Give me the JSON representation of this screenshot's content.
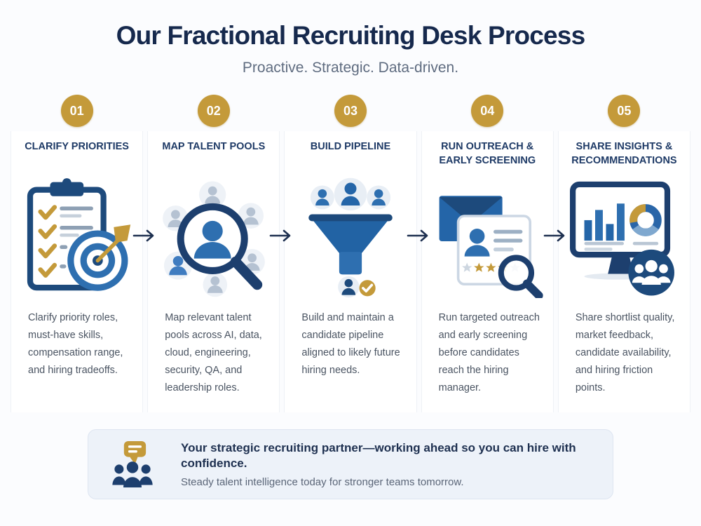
{
  "header": {
    "title": "Our Fractional Recruiting Desk Process",
    "subtitle": "Proactive. Strategic. Data-driven."
  },
  "steps": [
    {
      "number": "01",
      "title": "CLARIFY PRIORITIES",
      "description": "Clarify priority roles, must-have skills, compensation range, and hiring tradeoffs.",
      "icon": "clipboard-checklist-target-icon"
    },
    {
      "number": "02",
      "title": "MAP TALENT POOLS",
      "description": "Map relevant talent pools across AI, data, cloud, engineering, security, QA, and leadership roles.",
      "icon": "magnifier-people-icon"
    },
    {
      "number": "03",
      "title": "BUILD PIPELINE",
      "description": "Build and maintain a candidate pipeline aligned to likely future hiring needs.",
      "icon": "funnel-candidates-icon"
    },
    {
      "number": "04",
      "title": "RUN OUTREACH & EARLY SCREENING",
      "description": "Run targeted outreach and early screening before candidates reach the hiring manager.",
      "icon": "envelope-screening-card-icon"
    },
    {
      "number": "05",
      "title": "SHARE INSIGHTS & RECOMMENDATIONS",
      "description": "Share shortlist quality, market feedback, candidate availability, and hiring friction points.",
      "icon": "dashboard-team-insights-icon"
    }
  ],
  "callout": {
    "headline": "Your strategic recruiting partner—working ahead so you can hire with confidence.",
    "subtext": "Steady talent intelligence today for stronger teams tomorrow.",
    "icon": "team-speech-bubble-icon"
  },
  "colors": {
    "navy_title": "#16294d",
    "navy_heading": "#1e3a66",
    "gold_accent": "#c49a3a",
    "blue_primary": "#2e6fb0",
    "navy_icon": "#1d4a7c",
    "body_text": "#4a5462",
    "subtitle_text": "#5f6c80",
    "callout_bg": "#edf2f9",
    "callout_border": "#dde5f1",
    "page_bg": "#fbfcfe"
  }
}
